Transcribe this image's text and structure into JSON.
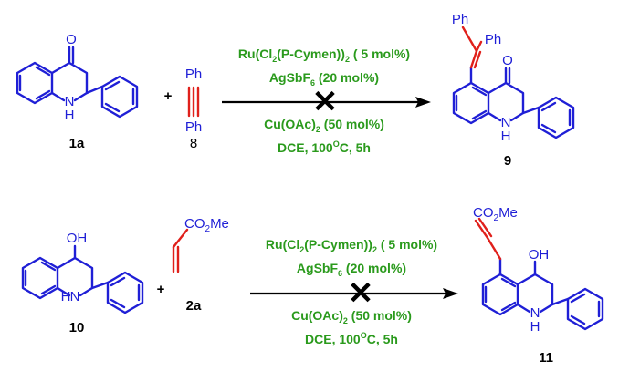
{
  "reaction_1": {
    "substrate_label": "1a",
    "reagent_label": "8",
    "product_label": "9",
    "reagent_atoms": {
      "top": "Ph",
      "bottom": "Ph"
    },
    "substrate_atoms": {
      "carbonyl": "O",
      "amine": "N",
      "amine_h": "H"
    },
    "product_atoms": {
      "ph_top": "Ph",
      "ph_right": "Ph",
      "carbonyl": "O",
      "amine": "N",
      "amine_h": "H"
    },
    "plus": "+",
    "conditions_above": {
      "line1": {
        "pre": "Ru(Cl",
        "sub1": "2",
        "mid": "(P-Cymen))",
        "sub2": "2",
        "post": " ( 5 mol%)"
      },
      "line2": {
        "pre": "AgSbF",
        "sub": "6",
        "post": " (20 mol%)"
      }
    },
    "conditions_below": {
      "line1": {
        "pre": "Cu(OAc)",
        "sub": "2",
        "post": " (50 mol%)"
      },
      "line2": {
        "pre": "DCE, 100",
        "sup": "O",
        "post": "C, 5h"
      }
    },
    "failed_mark": "✕"
  },
  "reaction_2": {
    "substrate_label": "10",
    "reagent_label": "2a",
    "product_label": "11",
    "substrate_atoms": {
      "hydroxyl": "OH",
      "amine": "N",
      "amine_h": "H"
    },
    "reagent_atoms": {
      "ester": "CO",
      "ester_sub": "2",
      "ester_post": "Me"
    },
    "product_atoms": {
      "ester": "CO",
      "ester_sub": "2",
      "ester_post": "Me",
      "hydroxyl": "OH",
      "amine": "N",
      "amine_h": "H"
    },
    "plus": "+",
    "conditions_above": {
      "line1": {
        "pre": "Ru(Cl",
        "sub1": "2",
        "mid": "(P-Cymen))",
        "sub2": "2",
        "post": " ( 5 mol%)"
      },
      "line2": {
        "pre": "AgSbF",
        "sub": "6",
        "post": " (20 mol%)"
      }
    },
    "conditions_below": {
      "line1": {
        "pre": "Cu(OAc)",
        "sub": "2",
        "post": " (50 mol%)"
      },
      "line2": {
        "pre": "DCE, 100",
        "sup": "O",
        "post": "C, 5h"
      }
    },
    "failed_mark": "✕"
  },
  "colors": {
    "bond": "#1f1fd6",
    "new_bond": "#e0201b",
    "condition_text": "#2a9a1c",
    "label_text": "#000000",
    "arrow": "#000000"
  }
}
